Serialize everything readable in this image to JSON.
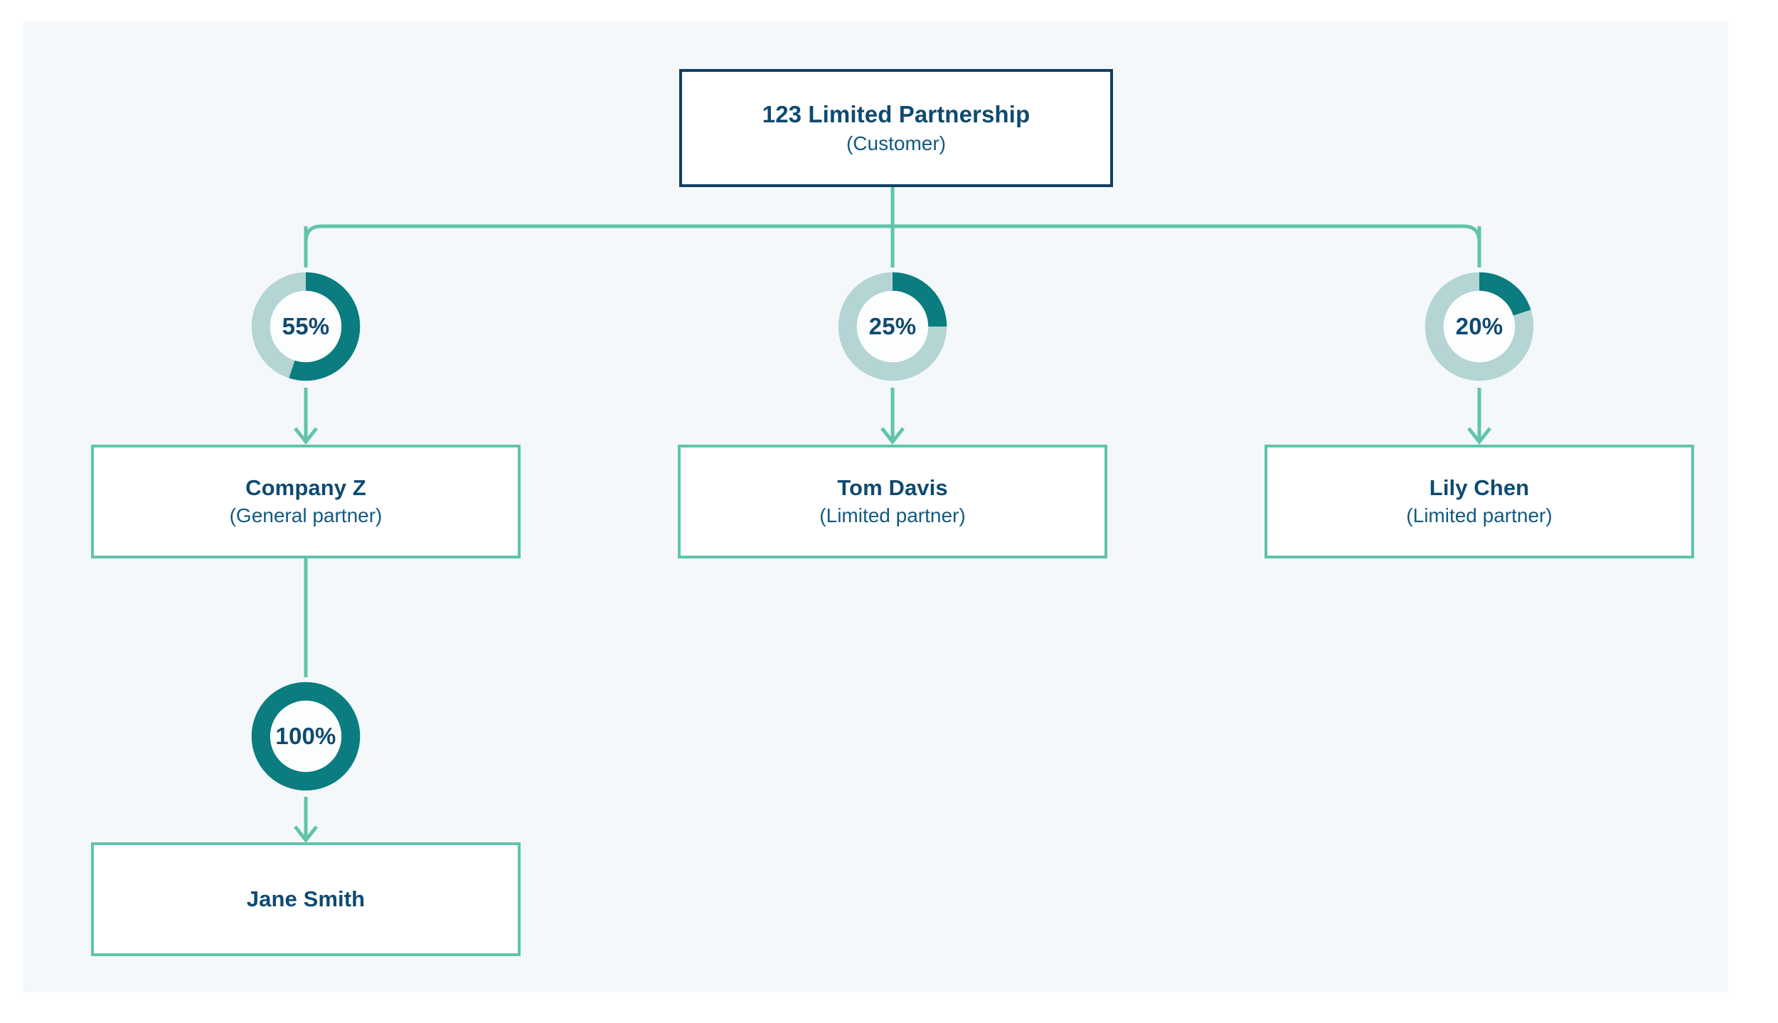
{
  "diagram": {
    "type": "ownership-hierarchy",
    "background_color": "#f4f8fa",
    "page_color": "#ffffff",
    "colors": {
      "root_border": "#123f63",
      "branch_border": "#5fc4ab",
      "connector": "#5fc4ab",
      "donut_fill": "#0b7c7f",
      "donut_track": "#b4d5d4",
      "text": "#0f4a70"
    },
    "root": {
      "id": "root",
      "title": "123 Limited Partnership",
      "subtitle": "(Customer)"
    },
    "owners": [
      {
        "id": "company-z",
        "percent_label": "55%",
        "percent_value": 55,
        "title": "Company Z",
        "subtitle": "(General partner)"
      },
      {
        "id": "tom-davis",
        "percent_label": "25%",
        "percent_value": 25,
        "title": "Tom Davis",
        "subtitle": "(Limited partner)"
      },
      {
        "id": "lily-chen",
        "percent_label": "20%",
        "percent_value": 20,
        "title": "Lily Chen",
        "subtitle": "(Limited partner)"
      }
    ],
    "sub_owner": {
      "id": "jane-smith",
      "percent_label": "100%",
      "percent_value": 100,
      "title": "Jane Smith",
      "subtitle": ""
    }
  },
  "chart_data": {
    "type": "pie",
    "title": "123 Limited Partnership ownership breakdown",
    "categories": [
      "Company Z (General partner)",
      "Tom Davis (Limited partner)",
      "Lily Chen (Limited partner)"
    ],
    "values": [
      55,
      25,
      20
    ],
    "unit": "%",
    "legend": "none",
    "donuts": [
      {
        "label": "55%",
        "value": 55,
        "of": "123 Limited Partnership",
        "owner": "Company Z"
      },
      {
        "label": "25%",
        "value": 25,
        "of": "123 Limited Partnership",
        "owner": "Tom Davis"
      },
      {
        "label": "20%",
        "value": 20,
        "of": "123 Limited Partnership",
        "owner": "Lily Chen"
      },
      {
        "label": "100%",
        "value": 100,
        "of": "Company Z",
        "owner": "Jane Smith"
      }
    ]
  }
}
